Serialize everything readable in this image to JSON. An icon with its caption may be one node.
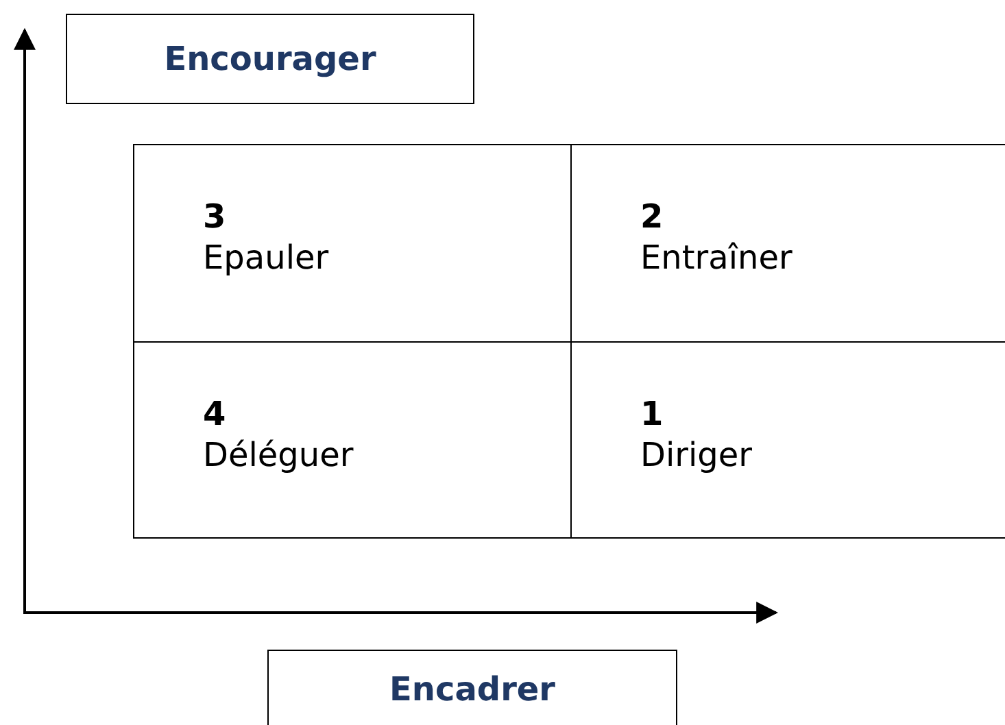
{
  "diagram": {
    "nodes": [
      {
        "text": [
          "Encourager"
        ]
      },
      {
        "text": [
          "3",
          "Epauler"
        ]
      },
      {
        "text": [
          "2",
          "Entraîner"
        ]
      },
      {
        "text": [
          "4",
          "Déléguer"
        ]
      },
      {
        "text": [
          "1",
          "Diriger"
        ]
      },
      {
        "text": [
          "Encadrer"
        ]
      }
    ],
    "edges": []
  }
}
